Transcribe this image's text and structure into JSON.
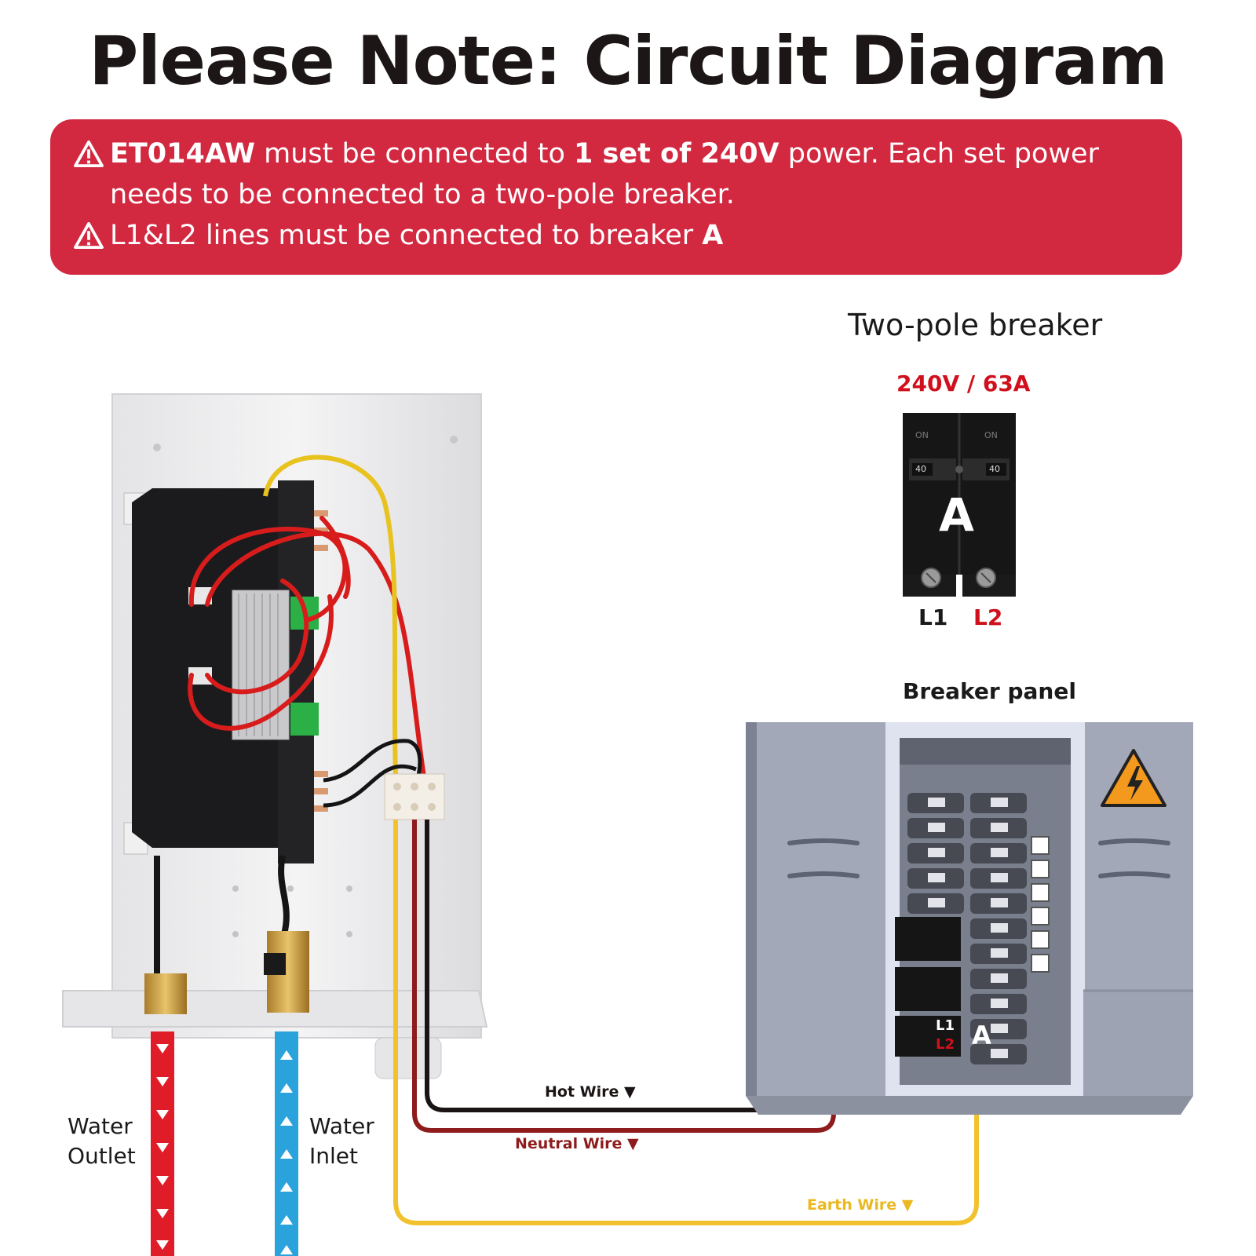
{
  "title": "Please Note: Circuit Diagram",
  "notes": {
    "note1": {
      "model": "ET014AW",
      "text_a": " must be connected to ",
      "power": "1 set of 240V",
      "text_b": " power. Each set power needs to be connected to a two-pole breaker."
    },
    "note2": {
      "text_a": "L1&L2 lines must be connected to breaker ",
      "breaker": "A"
    }
  },
  "breaker": {
    "heading": "Two-pole breaker",
    "rating": "240V / 63A",
    "letter": "A",
    "on_label": "ON",
    "amp_label": "40",
    "l1": "L1",
    "l2": "L2"
  },
  "panel": {
    "heading": "Breaker panel",
    "letter": "A",
    "l1": "L1",
    "l2": "L2"
  },
  "wires": {
    "hot": "Hot Wire ▼",
    "neutral": "Neutral Wire ▼",
    "earth": "Earth Wire ▼"
  },
  "water": {
    "outlet_line1": "Water",
    "outlet_line2": "Outlet",
    "inlet_line1": "Water",
    "inlet_line2": "Inlet"
  },
  "icons": [
    "warning-triangle-icon",
    "high-voltage-icon"
  ],
  "colors": {
    "banner": "#d22840",
    "rating": "#d0101c",
    "hot_wire": "#1a1414",
    "neutral_wire": "#8e1c1c",
    "earth_wire": "#f2c22e",
    "outlet_pipe": "#e01c28",
    "inlet_pipe": "#2aa2dc"
  }
}
